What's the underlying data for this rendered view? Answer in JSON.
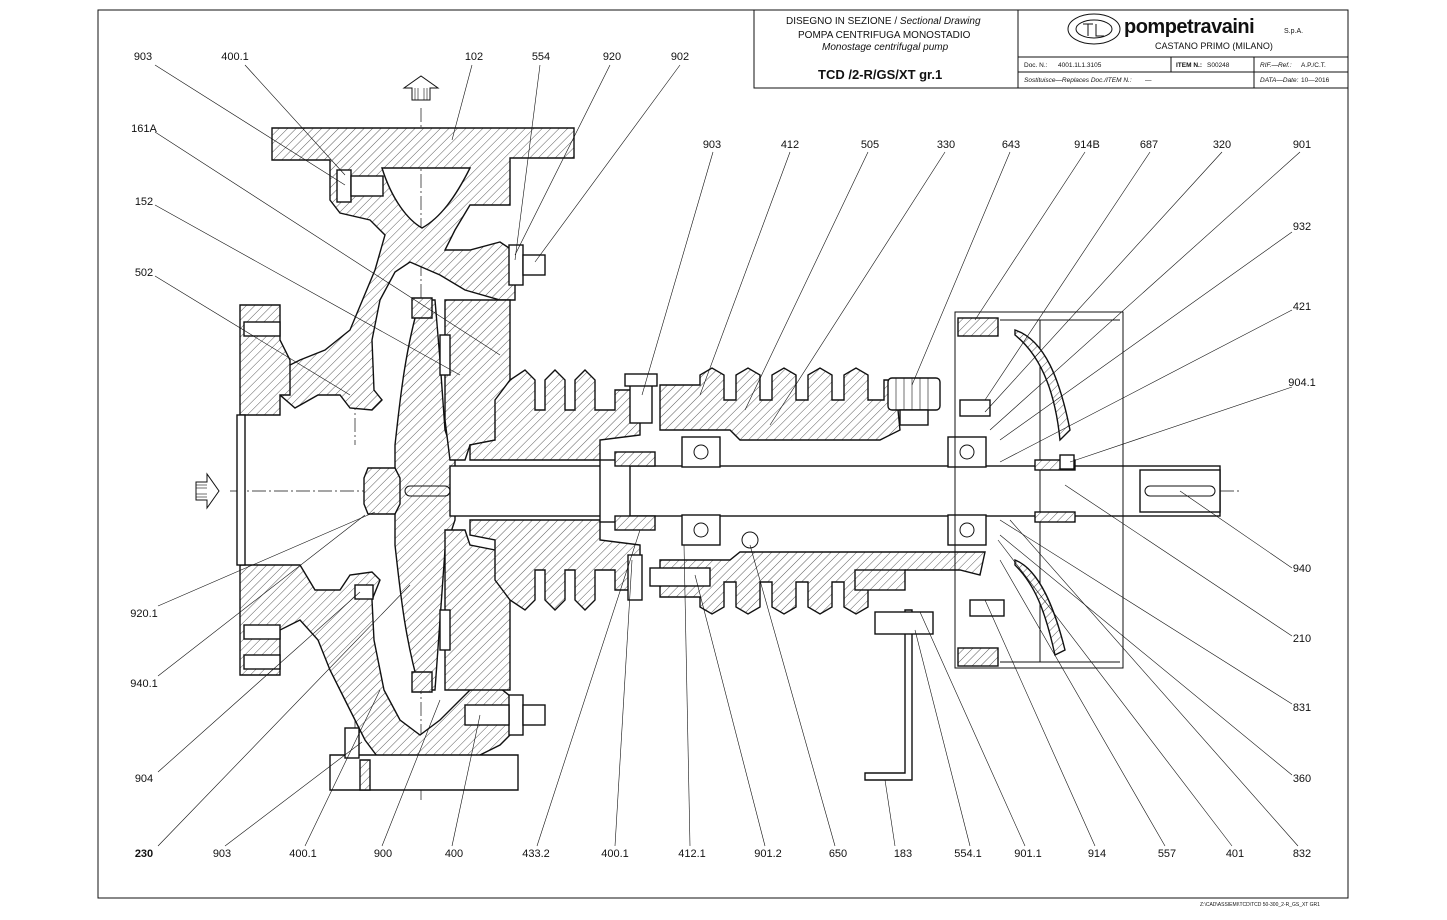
{
  "title_block": {
    "line1_it": "DISEGNO IN SEZIONE /",
    "line1_en": "Sectional Drawing",
    "line2": "POMPA CENTRIFUGA MONOSTADIO",
    "line3": "Monostage centrifugal pump",
    "model": "TCD /2-R/GS/XT gr.1",
    "company_name": "pompetravaini",
    "company_suffix": "S.p.A.",
    "company_city": "CASTANO PRIMO  (MILANO)",
    "doc_label": "Doc. N.:",
    "doc_value": "4001.1L1.3105",
    "item_label": "ITEM N.:",
    "item_value": "S00248",
    "ref_label": "RIF.—Ref.:",
    "ref_value": "A.P./C.T.",
    "replaces_label": "Sostituisce—Replaces Doc./ITEM N.:",
    "replaces_value": "—",
    "date_label": "DATA—Date:",
    "date_value": "10—2016"
  },
  "top_labels": [
    "903",
    "400.1",
    "102",
    "554",
    "920",
    "902"
  ],
  "left_labels": [
    "161A",
    "152",
    "502",
    "920.1",
    "940.1",
    "904"
  ],
  "upper_labels": [
    "903",
    "412",
    "505",
    "330",
    "643",
    "914B",
    "687",
    "320",
    "901"
  ],
  "right_labels": [
    "932",
    "421",
    "904.1",
    "940",
    "210",
    "831",
    "360"
  ],
  "bottom_labels": [
    "230",
    "903",
    "400.1",
    "900",
    "400",
    "433.2",
    "400.1",
    "412.1",
    "901.2",
    "650",
    "183",
    "554.1",
    "901.1",
    "914",
    "557",
    "401",
    "832"
  ],
  "file_path": "Z:\\CAD\\ASSIEMI\\TCD\\TCD 50-300_2-R_GS_XT GR1"
}
